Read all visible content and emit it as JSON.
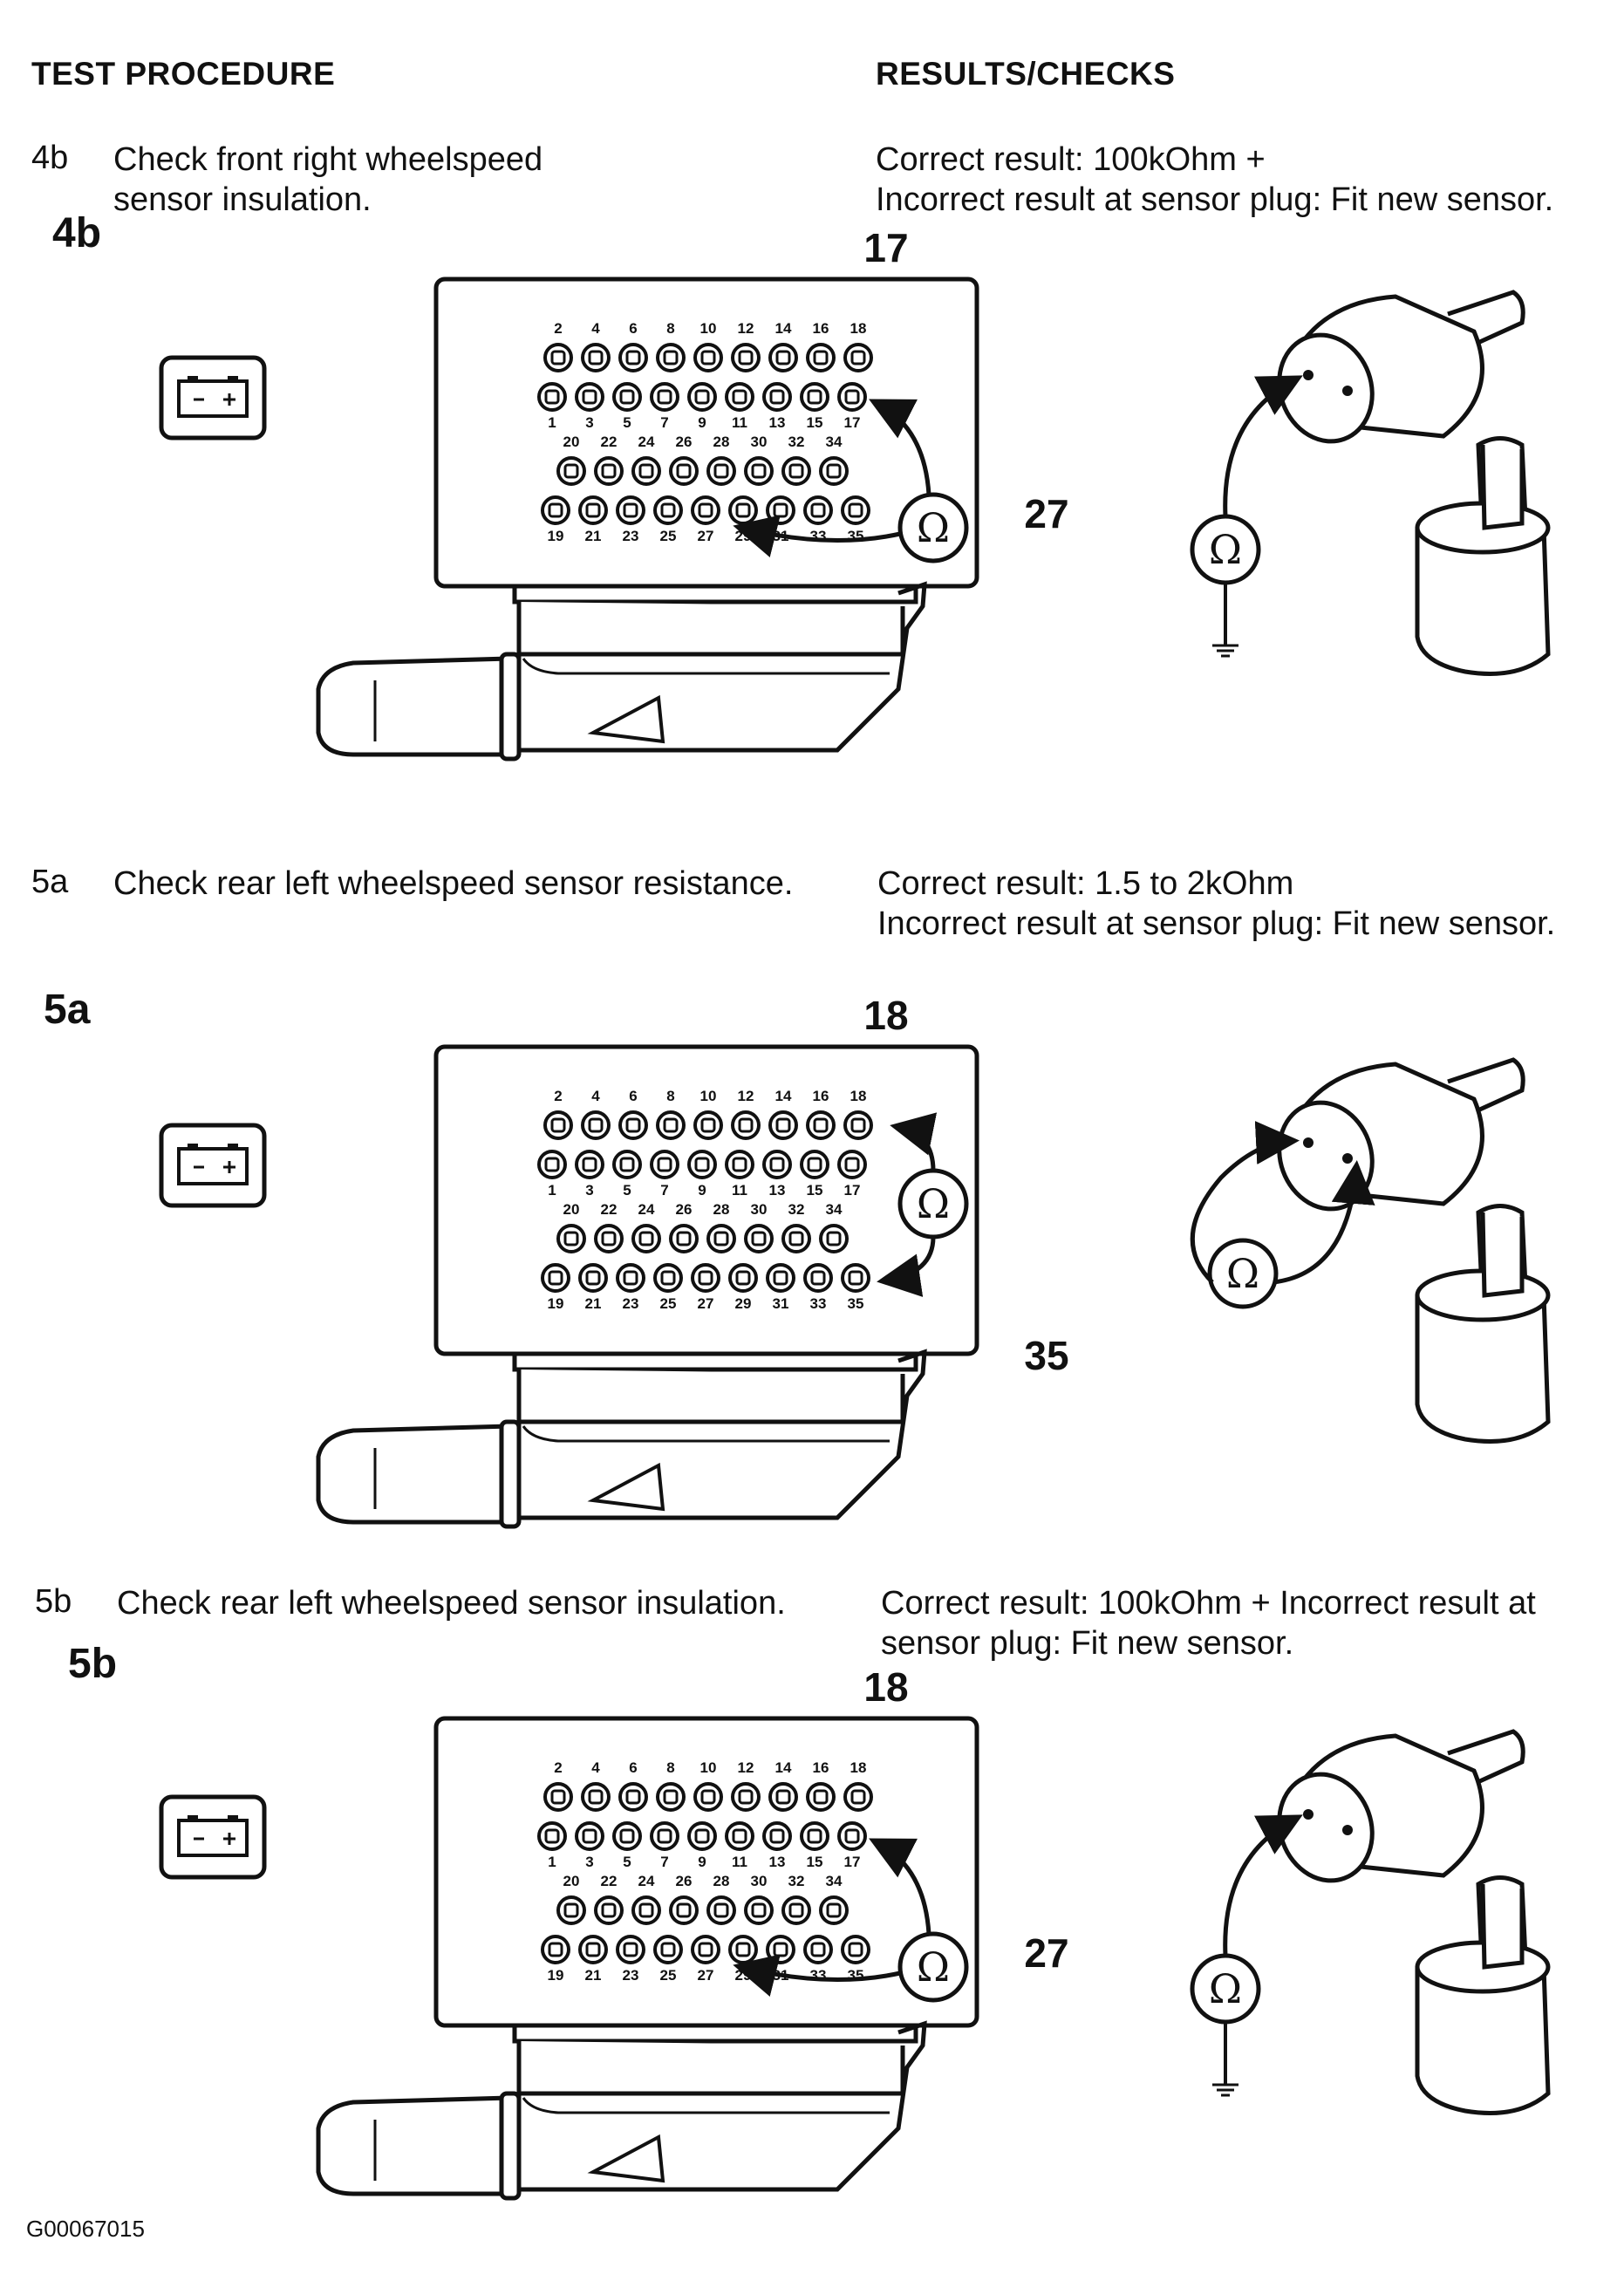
{
  "headers": {
    "procedure": "TEST PROCEDURE",
    "results": "RESULTS/CHECKS"
  },
  "steps": [
    {
      "num": "4b",
      "text": "Check front right wheelspeed sensor insulation.",
      "result": "Correct result: 100kOhm +\nIncorrect result at sensor plug: Fit new sensor.",
      "figure_label": "4b",
      "top_ref": "17",
      "side_ref": "27",
      "mode": "insulation"
    },
    {
      "num": "5a",
      "text": "Check rear left wheelspeed sensor resistance.",
      "result": "Correct result: 1.5 to 2kOhm\nIncorrect result at sensor plug: Fit new sensor.",
      "figure_label": "5a",
      "top_ref": "18",
      "side_ref": "35",
      "mode": "resistance"
    },
    {
      "num": "5b",
      "text": "Check rear left wheelspeed sensor insulation.",
      "result": "Correct result: 100kOhm + Incorrect result at\nsensor plug: Fit new sensor.",
      "figure_label": "5b",
      "top_ref": "18",
      "side_ref": "27",
      "mode": "insulation"
    }
  ],
  "connector": {
    "top_row": [
      "2",
      "4",
      "6",
      "8",
      "10",
      "12",
      "14",
      "16",
      "18"
    ],
    "second_row": [
      "1",
      "3",
      "5",
      "7",
      "9",
      "11",
      "13",
      "15",
      "17"
    ],
    "third_row": [
      "20",
      "22",
      "24",
      "26",
      "28",
      "30",
      "32",
      "34"
    ],
    "bottom_row": [
      "19",
      "21",
      "23",
      "25",
      "27",
      "29",
      "31",
      "33",
      "35"
    ]
  },
  "icons": {
    "battery": "battery-icon",
    "ohmmeter": "ohmmeter-icon",
    "ground": "ground-icon"
  },
  "ohm_symbol": "Ω",
  "footer": "G00067015"
}
